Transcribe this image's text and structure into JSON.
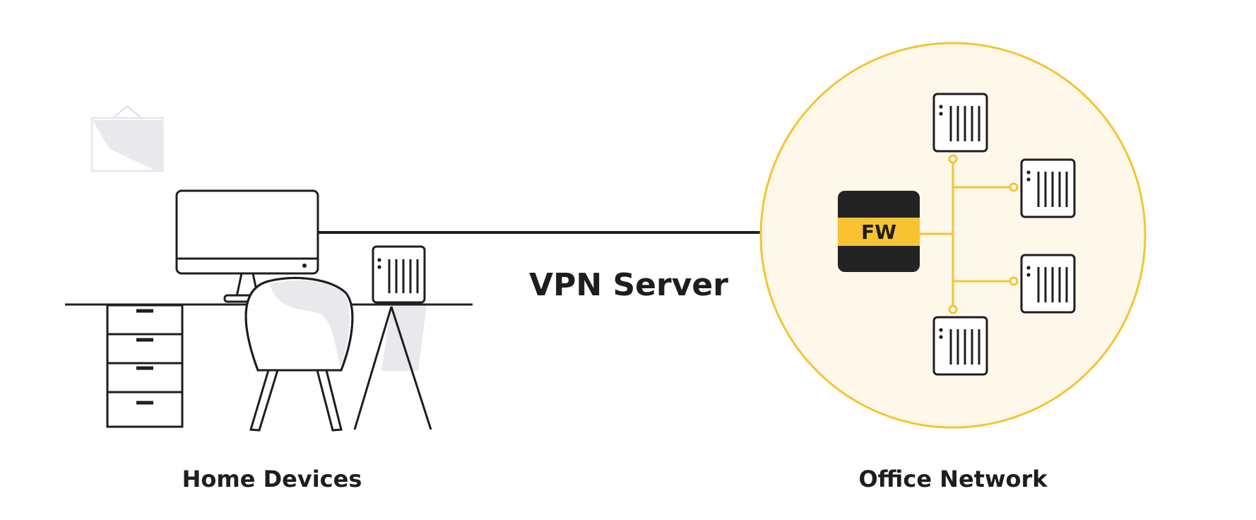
{
  "labels": {
    "home": "Home Devices",
    "vpn": "VPN Server",
    "office": "Office Network",
    "firewall": "FW"
  },
  "colors": {
    "accent": "#F7C331",
    "office_fill": "#FEF8EA",
    "stroke": "#1e1e1e",
    "firewall_body": "#232323",
    "shade": "#E9E8EC"
  },
  "icons": [
    "monitor-icon",
    "chair-icon",
    "desk-drawer-icon",
    "server-icon",
    "firewall-icon",
    "picture-frame-icon",
    "arrow-icon"
  ]
}
